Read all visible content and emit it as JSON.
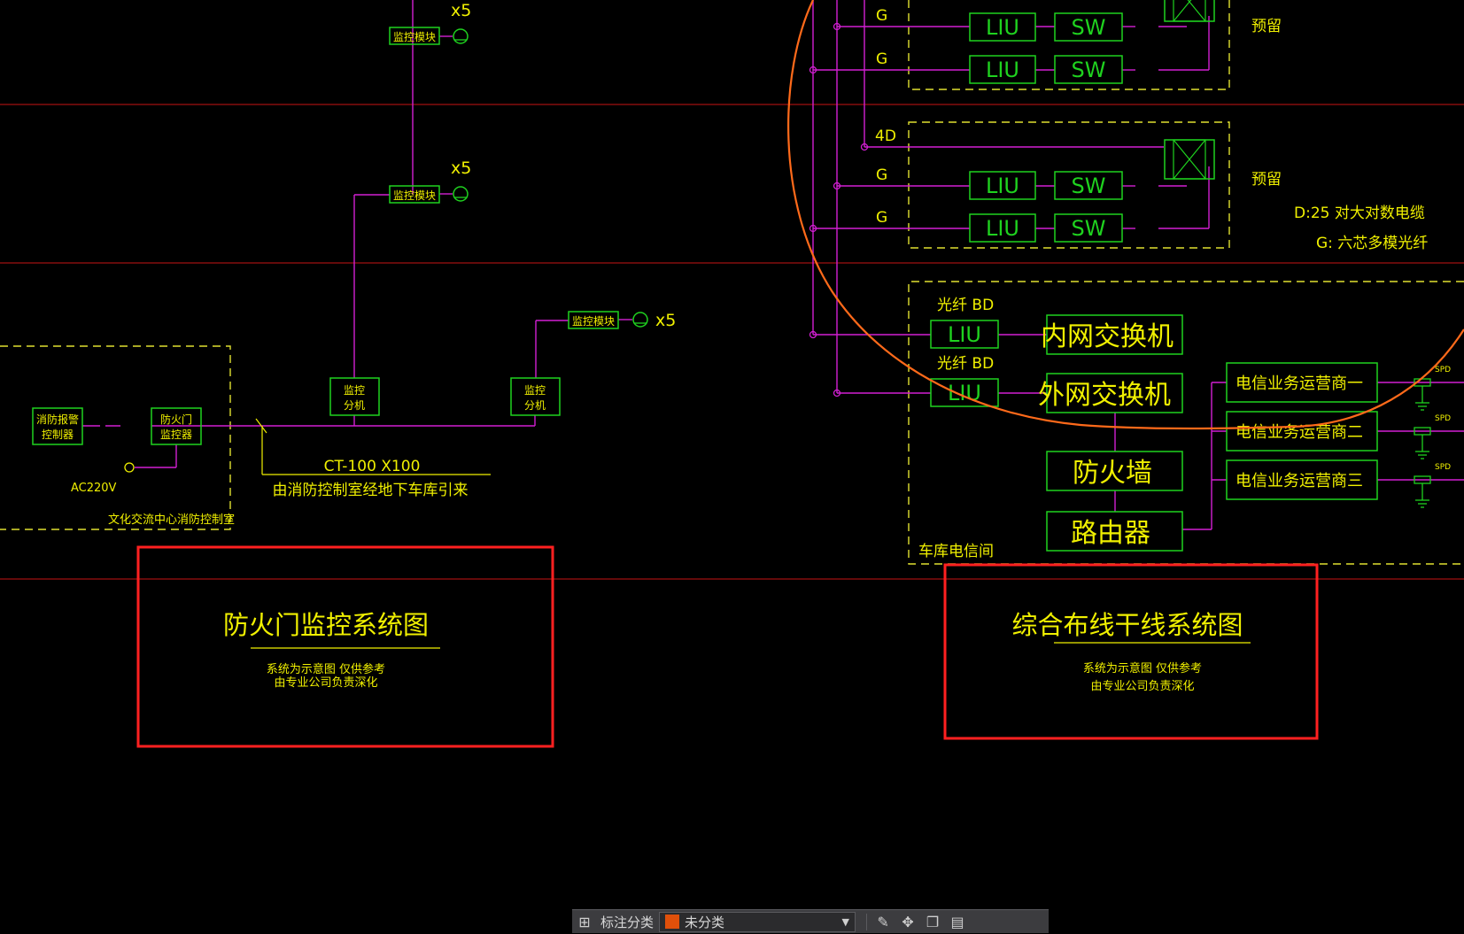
{
  "colors": {
    "background": "#000000",
    "frame_line": "#c81414",
    "wire": "#d21fd2",
    "device_box": "#1fd21f",
    "text_yellow": "#f0f000",
    "boundary_dashed": "#e0e030",
    "markup_rect": "#ff2020",
    "markup_curve": "#ff6a1a",
    "category_swatch": "#e0500a"
  },
  "fire_door_system": {
    "repeat_labels": [
      "x5",
      "x5",
      "x5"
    ],
    "monitor_modules": [
      "监控模块",
      "监控模块",
      "监控模块"
    ],
    "sub_units": [
      "监控\n分机",
      "监控\n分机"
    ],
    "alarm_controller": "消防报警\n控制器",
    "door_monitor": "防火门\n监控器",
    "power_label": "AC220V",
    "room_label": "文化交流中心消防控制室",
    "tray_spec": "CT-100 X100",
    "tray_route": "由消防控制室经地下车库引来",
    "title": "防火门监控系统图",
    "note_line1": "系统为示意图 仅供参考",
    "note_line2": "由专业公司负责深化"
  },
  "cabling_system": {
    "cable_codes_top": [
      "G",
      "G"
    ],
    "cable_codes_mid": [
      "4D",
      "G",
      "G"
    ],
    "liu_label": "LIU",
    "sw_label": "SW",
    "reserved_labels": [
      "预留",
      "预留"
    ],
    "legend": {
      "d25": "D:25   对大对数电缆",
      "g": "G: 六芯多模光纤"
    },
    "fiber_bd_labels": [
      "光纤 BD",
      "光纤 BD"
    ],
    "intranet_switch": "内网交换机",
    "extranet_switch": "外网交换机",
    "firewall": "防火墙",
    "router": "路由器",
    "carriers": [
      "电信业务运营商一",
      "电信业务运营商二",
      "电信业务运营商三"
    ],
    "spd_labels": [
      "SPD",
      "SPD",
      "SPD"
    ],
    "room_label": "车库电信间",
    "title": "综合布线干线系统图",
    "note_line1": "系统为示意图 仅供参考",
    "note_line2": "由专业公司负责深化"
  },
  "toolbar": {
    "label": "标注分类",
    "selected_category": "未分类",
    "icons": [
      "category-grid-icon",
      "edit-icon",
      "move-icon",
      "copy-icon",
      "paste-icon"
    ]
  }
}
